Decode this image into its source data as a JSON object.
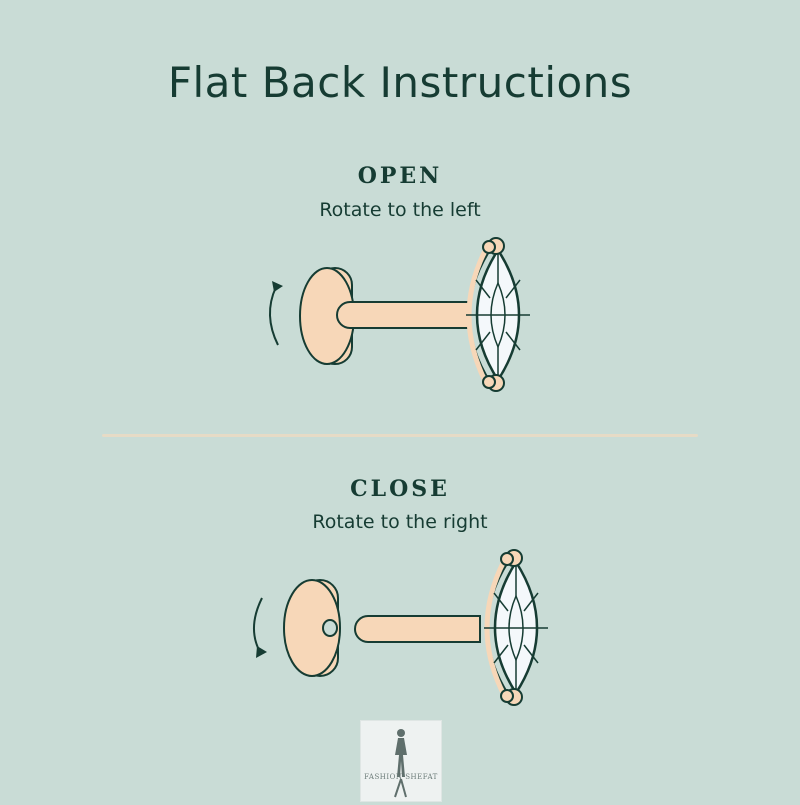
{
  "title": "Flat Back Instructions",
  "steps": [
    {
      "heading": "OPEN",
      "subtitle": "Rotate to the left",
      "rotation": "counterclockwise"
    },
    {
      "heading": "CLOSE",
      "subtitle": "Rotate to the right",
      "rotation": "clockwise"
    }
  ],
  "logo": {
    "text": "FASHION SHEFAT"
  },
  "colors": {
    "background": "#c9dcd6",
    "text": "#163c33",
    "metal": "#f7d7b8",
    "outline": "#163c33",
    "gem": "#f4f8fb",
    "divider": "#e6dbc6"
  },
  "icons": [
    "rotate-left-arrow-icon",
    "rotate-right-arrow-icon",
    "flat-back-earring-icon",
    "marquise-gem-icon"
  ]
}
